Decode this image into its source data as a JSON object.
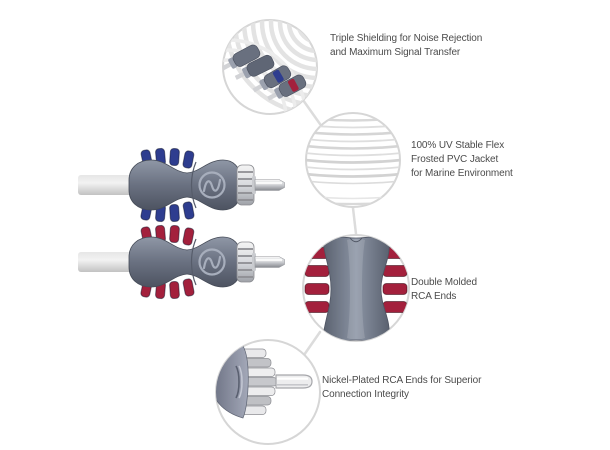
{
  "image_type": "product-feature-diagram",
  "product": {
    "name": "marine-rca-interconnect-cable",
    "logo_icon": "wave-circle-emblem",
    "connectors": [
      {
        "id": "top-connector",
        "accent_name": "blue",
        "accent_color": "#2e3d8f"
      },
      {
        "id": "bottom-connector",
        "accent_name": "red",
        "accent_color": "#a3203c"
      }
    ]
  },
  "callouts": [
    {
      "id": "triple-shielding",
      "icon": "cable-coil-with-plugs-photo",
      "lines": [
        "Triple Shielding for Noise Rejection",
        "and Maximum Signal Transfer"
      ]
    },
    {
      "id": "frosted-jacket",
      "icon": "coiled-cable-closeup-photo",
      "lines": [
        "100% UV Stable Flex",
        "Frosted PVC Jacket",
        "for Marine Environment"
      ]
    },
    {
      "id": "double-molded",
      "icon": "molded-rca-grip-closeup-photo",
      "lines": [
        "Double Molded",
        "RCA Ends"
      ]
    },
    {
      "id": "nickel-plated",
      "icon": "rca-pin-closeup-photo",
      "lines": [
        "Nickel-Plated RCA Ends for Superior",
        "Connection Integrity"
      ]
    }
  ],
  "colors": {
    "background": "#ffffff",
    "text": "#4b4b4b",
    "callout_line": "#dcdcdc",
    "callout_border": "#d6d6d6",
    "accent_blue": "#2e3d8f",
    "accent_red": "#a3203c",
    "connector_body": "#6a7181"
  }
}
